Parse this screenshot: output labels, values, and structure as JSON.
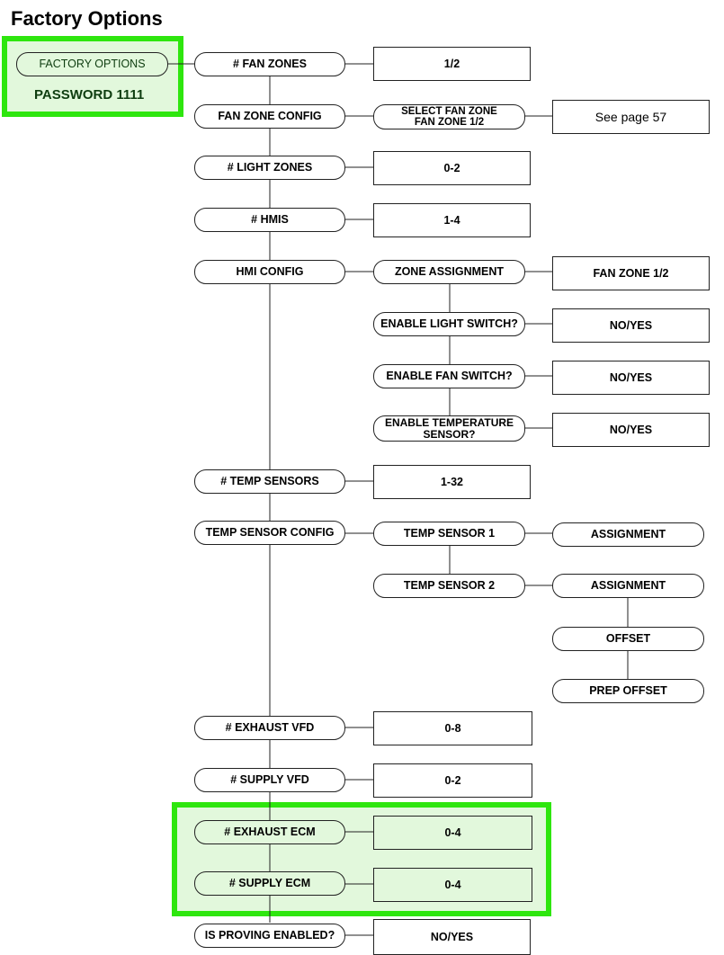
{
  "title": "Factory Options",
  "root": {
    "label": "FACTORY OPTIONS",
    "password": "PASSWORD 1111"
  },
  "menu": [
    {
      "label": "# FAN ZONES",
      "value": "1/2"
    },
    {
      "label": "FAN ZONE CONFIG",
      "sub": "SELECT FAN ZONE\nFAN ZONE 1/2",
      "value": "See page 57"
    },
    {
      "label": "# LIGHT ZONES",
      "value": "0-2"
    },
    {
      "label": "# HMIS",
      "value": "1-4"
    },
    {
      "label": "HMI CONFIG",
      "children": [
        {
          "label": "ZONE ASSIGNMENT",
          "value": "FAN ZONE 1/2"
        },
        {
          "label": "ENABLE LIGHT SWITCH?",
          "value": "NO/YES"
        },
        {
          "label": "ENABLE FAN SWITCH?",
          "value": "NO/YES"
        },
        {
          "label": "ENABLE TEMPERATURE\nSENSOR?",
          "value": "NO/YES"
        }
      ]
    },
    {
      "label": "# TEMP SENSORS",
      "value": "1-32"
    },
    {
      "label": "TEMP SENSOR CONFIG",
      "children": [
        {
          "label": "TEMP SENSOR 1",
          "options": [
            "ASSIGNMENT"
          ]
        },
        {
          "label": "TEMP SENSOR 2",
          "options": [
            "ASSIGNMENT",
            "OFFSET",
            "PREP OFFSET"
          ]
        }
      ]
    },
    {
      "label": "# EXHAUST VFD",
      "value": "0-8"
    },
    {
      "label": "# SUPPLY VFD",
      "value": "0-2"
    },
    {
      "label": "# EXHAUST ECM",
      "value": "0-4"
    },
    {
      "label": "# SUPPLY ECM",
      "value": "0-4"
    },
    {
      "label": "IS PROVING ENABLED?",
      "value": "NO/YES"
    }
  ]
}
